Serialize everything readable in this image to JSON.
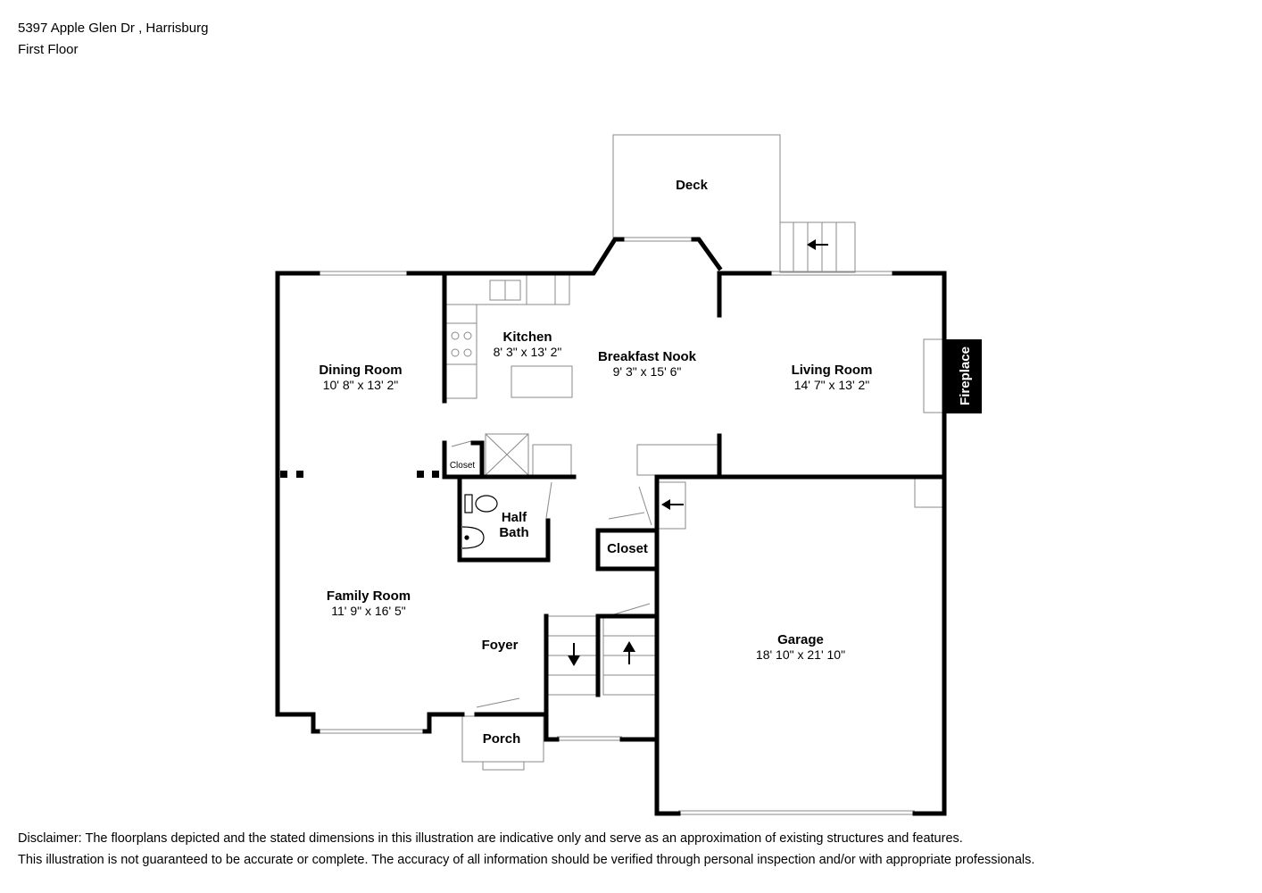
{
  "header": {
    "address": "5397 Apple Glen Dr , Harrisburg",
    "floor": "First Floor"
  },
  "rooms": {
    "deck": {
      "name": "Deck"
    },
    "kitchen": {
      "name": "Kitchen",
      "dims": "8' 3\" x 13' 2\""
    },
    "breakfast_nook": {
      "name": "Breakfast Nook",
      "dims": "9' 3\" x 15' 6\""
    },
    "dining_room": {
      "name": "Dining Room",
      "dims": "10' 8\" x 13' 2\""
    },
    "living_room": {
      "name": "Living Room",
      "dims": "14' 7\" x 13' 2\""
    },
    "fireplace": {
      "name": "Fireplace"
    },
    "closet_small": {
      "name": "Closet"
    },
    "closet": {
      "name": "Closet"
    },
    "half_bath": {
      "name_line1": "Half",
      "name_line2": "Bath"
    },
    "family_room": {
      "name": "Family Room",
      "dims": "11' 9\" x 16' 5\""
    },
    "foyer": {
      "name": "Foyer"
    },
    "garage": {
      "name": "Garage",
      "dims": "18' 10\" x 21' 10\""
    },
    "porch": {
      "name": "Porch"
    }
  },
  "disclaimer": {
    "line1": "Disclaimer: The floorplans depicted and the stated dimensions in this illustration are indicative only and serve as an approximation of existing structures and features.",
    "line2": "This illustration is not guaranteed to be accurate or complete. The accuracy of all information should be verified through personal inspection and/or with appropriate professionals."
  },
  "colors": {
    "wall": "#000000",
    "fixture": "#8a8a8a",
    "fireplace_bg": "#000000",
    "fireplace_text": "#ffffff"
  }
}
